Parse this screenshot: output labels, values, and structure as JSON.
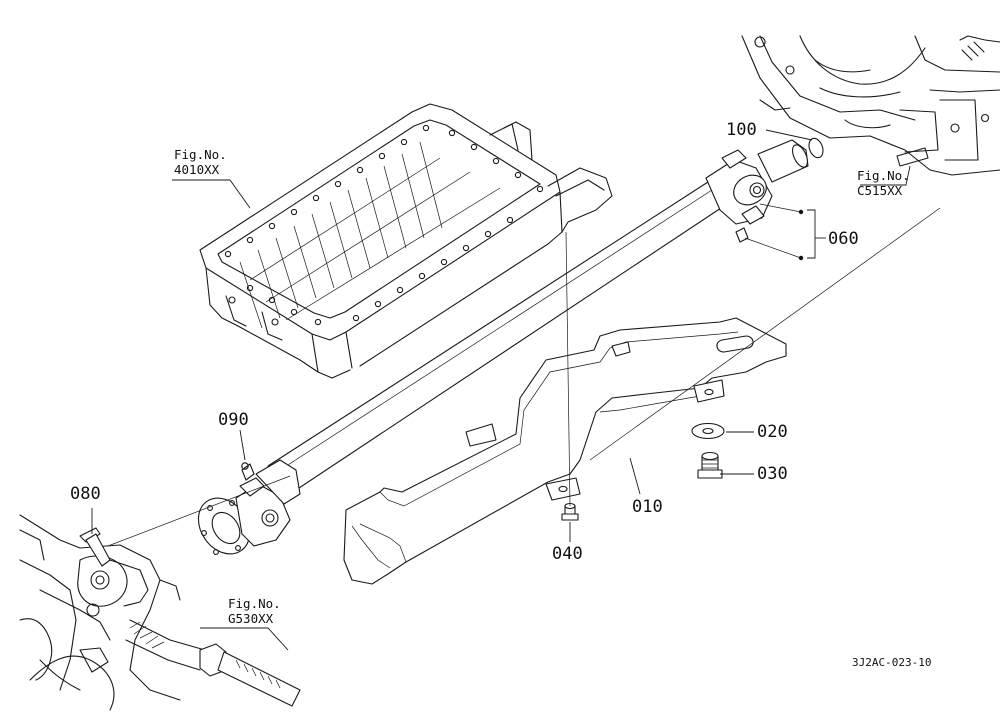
{
  "parts": [
    {
      "id": "p010",
      "label": "010"
    },
    {
      "id": "p020",
      "label": "020"
    },
    {
      "id": "p030",
      "label": "030"
    },
    {
      "id": "p040",
      "label": "040"
    },
    {
      "id": "p060",
      "label": "060"
    },
    {
      "id": "p080",
      "label": "080"
    },
    {
      "id": "p090",
      "label": "090"
    },
    {
      "id": "p100",
      "label": "100"
    }
  ],
  "figure_refs": [
    {
      "id": "ref4010",
      "line1": "Fig.No.",
      "line2": "4010XX"
    },
    {
      "id": "refC515",
      "line1": "Fig.No.",
      "line2": "C515XX"
    },
    {
      "id": "refG530",
      "line1": "Fig.No.",
      "line2": "G530XX"
    }
  ],
  "drawing_code": "3J2AC-023-10"
}
